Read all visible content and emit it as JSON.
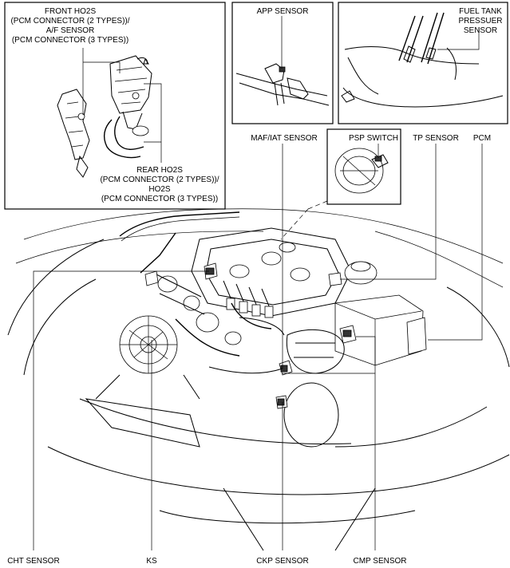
{
  "labels": {
    "front_ho2s": [
      "FRONT HO2S",
      "(PCM CONNECTOR (2 TYPES))/",
      "A/F SENSOR",
      "(PCM CONNECTOR (3 TYPES))"
    ],
    "rear_ho2s": [
      "REAR HO2S",
      "(PCM CONNECTOR (2 TYPES))/",
      "HO2S",
      "(PCM CONNECTOR (3 TYPES))"
    ],
    "app_sensor": "APP SENSOR",
    "fuel_tank_sensor": [
      "FUEL TANK",
      "PRESSUER",
      "SENSOR"
    ],
    "maf_iat_sensor": "MAF/IAT SENSOR",
    "psp_switch": "PSP SWITCH",
    "tp_sensor": "TP SENSOR",
    "pcm": "PCM",
    "cht_sensor": "CHT SENSOR",
    "ks": "KS",
    "ckp_sensor": "CKP SENSOR",
    "cmp_sensor": "CMP SENSOR"
  }
}
